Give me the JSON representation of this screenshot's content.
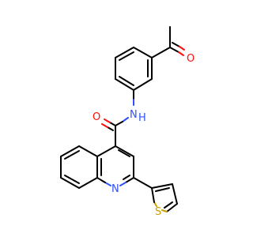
{
  "diagram": {
    "atoms": {
      "O_ketone": "O",
      "O_amide": "O",
      "N_amide": "N",
      "H_amide": "H",
      "N_quinoline": "N",
      "S_thiophene": "S"
    },
    "colors": {
      "carbon_bond": "#000000",
      "oxygen": "#ff0d0d",
      "nitrogen": "#3050f8",
      "sulfur": "#c8a000",
      "background": "#ffffff"
    }
  }
}
